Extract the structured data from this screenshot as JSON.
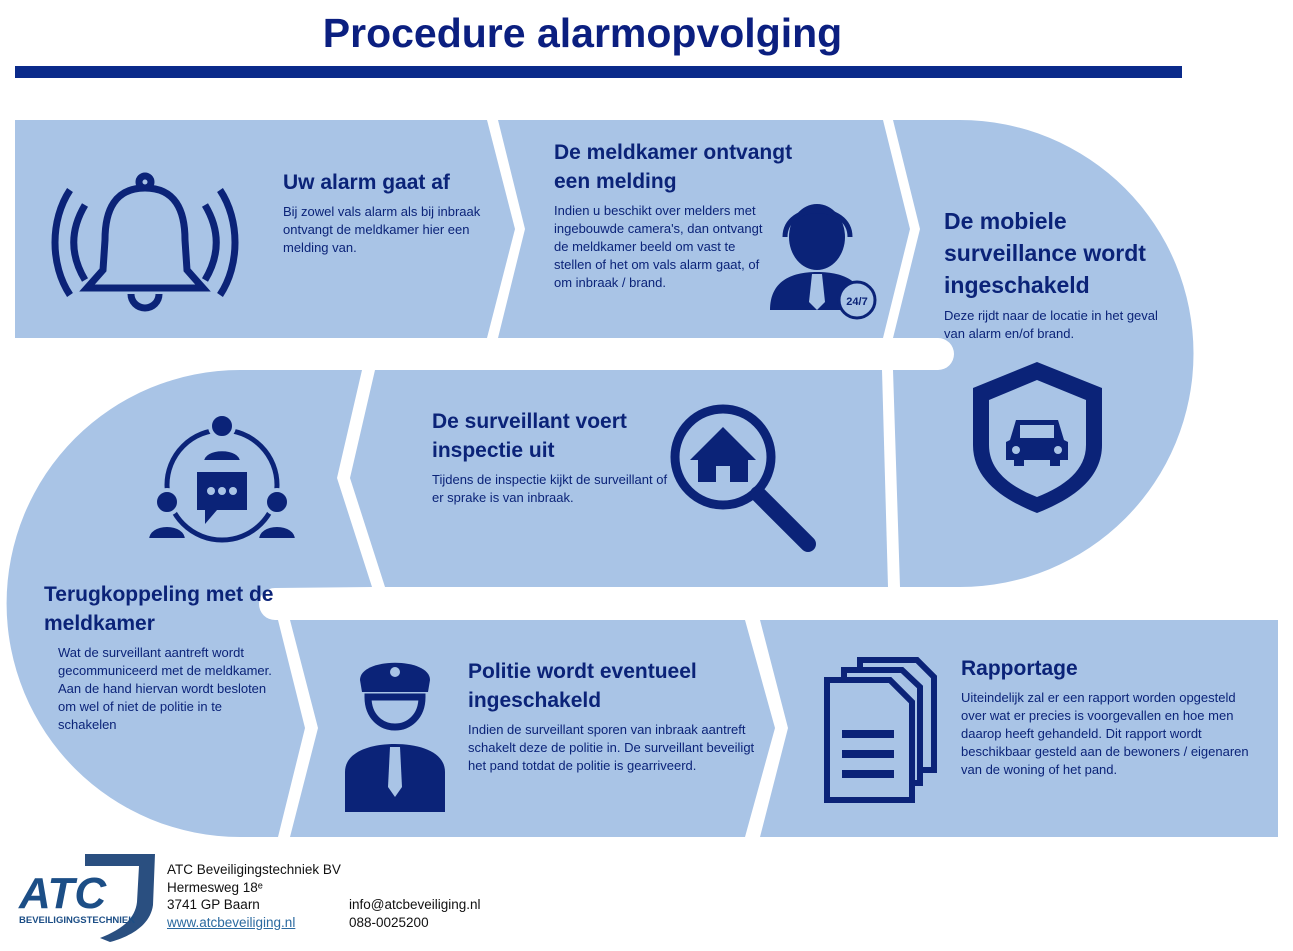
{
  "title": "Procedure alarmopvolging",
  "colors": {
    "navy": "#0b2378",
    "panel": "#a9c4e6",
    "bar": "#0a2a8a"
  },
  "steps": [
    {
      "heading": "Uw alarm gaat af",
      "body": "Bij zowel vals alarm als bij inbraak ontvangt de meldkamer hier een melding van.",
      "icon": "bell-icon"
    },
    {
      "heading": "De meldkamer ontvangt een melding",
      "body": "Indien u beschikt over melders met ingebouwde camera's, dan ontvangt de meldkamer beeld om vast te stellen of het om vals alarm gaat, of om inbraak / brand.",
      "icon": "operator-headset-icon",
      "badge": "24/7"
    },
    {
      "heading": "De mobiele surveillance wordt ingeschakeld",
      "body": "Deze rijdt naar de locatie in het geval van alarm en/of brand.",
      "icon": "shield-car-icon"
    },
    {
      "heading": "De surveillant voert inspectie uit",
      "body": "Tijdens de inspectie kijkt de surveillant of er sprake is van inbraak.",
      "icon": "magnifier-house-icon"
    },
    {
      "heading": "Terugkoppeling met de meldkamer",
      "body": "Wat de surveillant aantreft wordt gecommuniceerd met de meldkamer. Aan de hand hiervan wordt besloten om wel of niet de politie in te schakelen",
      "icon": "team-communication-icon"
    },
    {
      "heading": "Politie wordt eventueel ingeschakeld",
      "body": "Indien de surveillant sporen van inbraak aantreft schakelt deze de politie in. De surveillant beveiligt het pand totdat de politie is gearriveerd.",
      "icon": "police-officer-icon"
    },
    {
      "heading": "Rapportage",
      "body": "Uiteindelijk zal er een rapport worden opgesteld over wat er precies is voorgevallen en hoe men daarop heeft gehandeld. Dit rapport wordt beschikbaar gesteld aan de bewoners / eigenaren van de woning of het pand.",
      "icon": "documents-icon"
    }
  ],
  "footer": {
    "logo": {
      "mark": "ATC",
      "sub": "BEVEILIGINGSTECHNIEK"
    },
    "company": "ATC Beveiligingstechniek BV",
    "street": "Hermesweg 18ᵉ",
    "city": "3741 GP Baarn",
    "website": "www.atcbeveiliging.nl",
    "email": "info@atcbeveiliging.nl",
    "phone": "088-0025200"
  }
}
